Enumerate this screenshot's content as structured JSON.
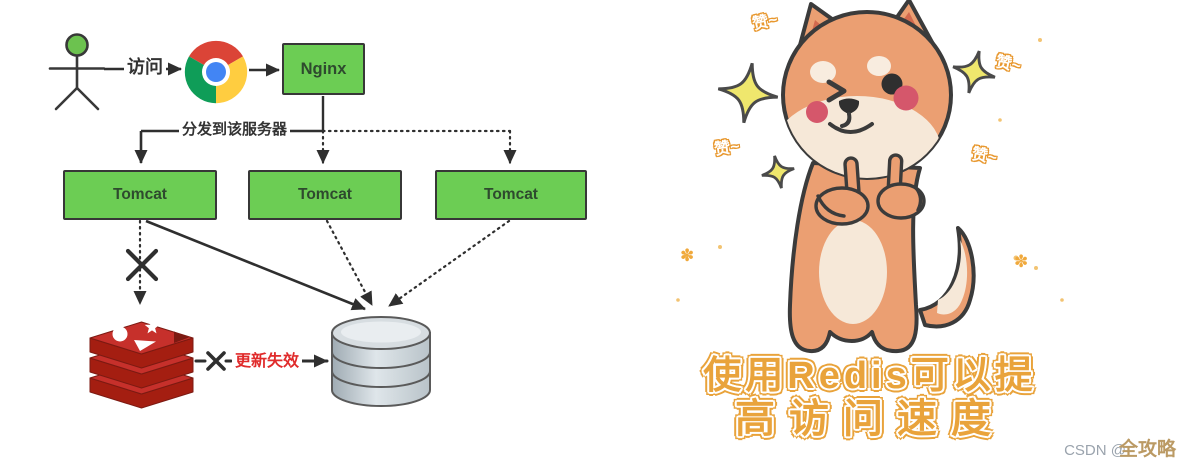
{
  "colors": {
    "node_green": "#6ccd54",
    "node_border": "#373737",
    "line": "#2f2f2f",
    "error_red": "#e02b2b",
    "redis_red": "#c6302b",
    "redis_dark_red": "#a41e11",
    "db_silver": "#c9d2d8",
    "star_yellow": "#efe76d",
    "praise_orange": "#e8982f",
    "caption_gold": "#e9a33b",
    "dog_orange": "#eb9f72",
    "dog_cream": "#f6e8d8"
  },
  "diagram": {
    "actor_icon": "user-stick-figure",
    "browser_icon": "chrome-browser",
    "cache_icon": "redis-logo",
    "database_icon": "database-cylinder",
    "nodes": {
      "nginx": "Nginx",
      "tomcat": "Tomcat"
    },
    "edges": {
      "access_label": "访问",
      "dispatch_label": "分发到该服务器",
      "update_fail_label": "更新失效"
    }
  },
  "illustration": {
    "dog_icon": "shiba-dog-thumbs-up",
    "praise_stickers": [
      "赞~",
      "赞~",
      "赞~",
      "赞~"
    ],
    "sparkle_glyph": "✽",
    "caption_lines": [
      "使用Redis可以提",
      "高访问速度"
    ]
  },
  "watermark": {
    "prefix": "CSDN @",
    "name": "全攻略"
  }
}
